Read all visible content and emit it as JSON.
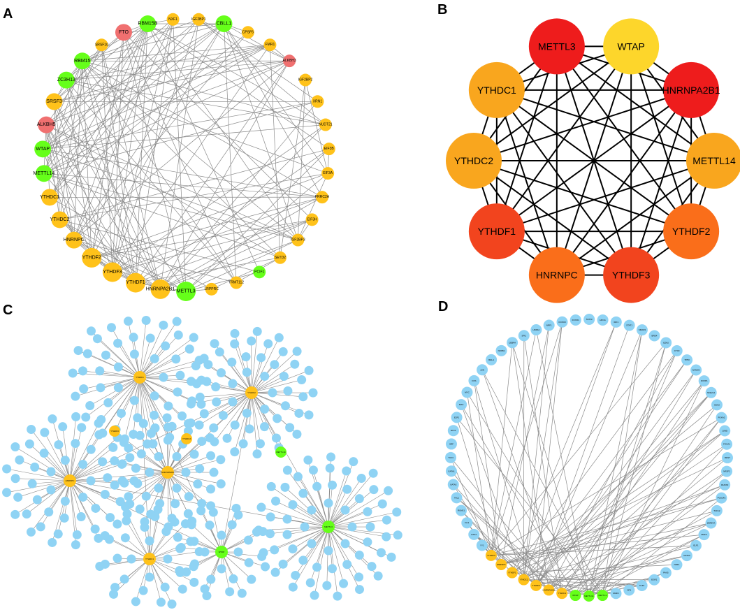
{
  "colors": {
    "yellow_gold": "#ffc21a",
    "green": "#66ff1a",
    "salmon": "#f07070",
    "light_blue": "#8fd3f4",
    "red": "#ee1c1c",
    "red_orange": "#f2441e",
    "orange": "#fa6e1a",
    "orange_light": "#f9a61e",
    "yellow": "#fdd62b"
  },
  "panels": {
    "a": {
      "label": "A",
      "nodes": [
        {
          "name": "FTO",
          "color": "salmon"
        },
        {
          "name": "RBM15B",
          "color": "green"
        },
        {
          "name": "NXF1",
          "color": "yellow_gold"
        },
        {
          "name": "IGF2BP1",
          "color": "yellow_gold"
        },
        {
          "name": "CBLL1",
          "color": "green"
        },
        {
          "name": "CPSF6",
          "color": "yellow_gold"
        },
        {
          "name": "FMR1",
          "color": "yellow_gold"
        },
        {
          "name": "ALKBH3",
          "color": "salmon"
        },
        {
          "name": "IGF2BP2",
          "color": "yellow_gold"
        },
        {
          "name": "XRN1",
          "color": "yellow_gold"
        },
        {
          "name": "NUDT21",
          "color": "yellow_gold"
        },
        {
          "name": "EIF3B",
          "color": "yellow_gold"
        },
        {
          "name": "EIF3A",
          "color": "yellow_gold"
        },
        {
          "name": "PRRC2A",
          "color": "yellow_gold"
        },
        {
          "name": "EIF3H",
          "color": "yellow_gold"
        },
        {
          "name": "IGF2BP3",
          "color": "yellow_gold"
        },
        {
          "name": "SETD2",
          "color": "yellow_gold"
        },
        {
          "name": "PCIF1",
          "color": "green"
        },
        {
          "name": "TRMT112",
          "color": "yellow_gold"
        },
        {
          "name": "LRPPRC",
          "color": "yellow_gold"
        },
        {
          "name": "METTL3",
          "color": "green"
        },
        {
          "name": "HNRNPA2B1",
          "color": "yellow_gold"
        },
        {
          "name": "YTHDF1",
          "color": "yellow_gold"
        },
        {
          "name": "YTHDF3",
          "color": "yellow_gold"
        },
        {
          "name": "YTHDF2",
          "color": "yellow_gold"
        },
        {
          "name": "HNRNPC",
          "color": "yellow_gold"
        },
        {
          "name": "YTHDC2",
          "color": "yellow_gold"
        },
        {
          "name": "YTHDC1",
          "color": "yellow_gold"
        },
        {
          "name": "METTL14",
          "color": "green"
        },
        {
          "name": "WTAP",
          "color": "green"
        },
        {
          "name": "ALKBH5",
          "color": "salmon"
        },
        {
          "name": "SRSF3",
          "color": "yellow_gold"
        },
        {
          "name": "ZC3H13",
          "color": "green"
        },
        {
          "name": "RBM15",
          "color": "green"
        },
        {
          "name": "SRSF10",
          "color": "yellow_gold"
        }
      ]
    },
    "b": {
      "label": "B",
      "nodes": [
        {
          "name": "WTAP",
          "color": "yellow"
        },
        {
          "name": "HNRNPA2B1",
          "color": "red"
        },
        {
          "name": "METTL14",
          "color": "orange_light"
        },
        {
          "name": "YTHDF2",
          "color": "orange"
        },
        {
          "name": "YTHDF3",
          "color": "red_orange"
        },
        {
          "name": "HNRNPC",
          "color": "orange"
        },
        {
          "name": "YTHDF1",
          "color": "red_orange"
        },
        {
          "name": "YTHDC2",
          "color": "orange_light"
        },
        {
          "name": "YTHDC1",
          "color": "orange_light"
        },
        {
          "name": "METTL3",
          "color": "red"
        }
      ]
    },
    "c": {
      "label": "C",
      "hubs": [
        {
          "name": "YTHDF1",
          "color": "yellow_gold",
          "satellites": 60
        },
        {
          "name": "YTHDF2",
          "color": "yellow_gold",
          "satellites": 58
        },
        {
          "name": "HNRNPC",
          "color": "yellow_gold",
          "satellites": 56
        },
        {
          "name": "HNRNPA2B1",
          "color": "yellow_gold",
          "satellites": 50
        },
        {
          "name": "METTL3",
          "color": "green",
          "satellites": 66
        },
        {
          "name": "WTAP",
          "color": "green",
          "satellites": 30
        },
        {
          "name": "YTHDC1",
          "color": "yellow_gold",
          "satellites": 34
        }
      ],
      "isolated": [
        {
          "name": "YTHDF3",
          "color": "yellow_gold"
        },
        {
          "name": "YTHDC2",
          "color": "yellow_gold"
        },
        {
          "name": "METTL14",
          "color": "green"
        }
      ]
    },
    "d": {
      "label": "D",
      "nodes": [
        {
          "name": "STAT3",
          "color": "light_blue"
        },
        {
          "name": "FOXO1",
          "color": "light_blue"
        },
        {
          "name": "FOXO3",
          "color": "light_blue"
        },
        {
          "name": "NRF1",
          "color": "light_blue"
        },
        {
          "name": "HNF4A",
          "color": "light_blue"
        },
        {
          "name": "SPI1",
          "color": "light_blue"
        },
        {
          "name": "CEBPA",
          "color": "light_blue"
        },
        {
          "name": "NFKB1",
          "color": "light_blue"
        },
        {
          "name": "RELA",
          "color": "light_blue"
        },
        {
          "name": "JUN",
          "color": "light_blue"
        },
        {
          "name": "FOS",
          "color": "light_blue"
        },
        {
          "name": "MYC",
          "color": "light_blue"
        },
        {
          "name": "MAX",
          "color": "light_blue"
        },
        {
          "name": "E2F1",
          "color": "light_blue"
        },
        {
          "name": "ELK1",
          "color": "light_blue"
        },
        {
          "name": "SRF",
          "color": "light_blue"
        },
        {
          "name": "TCF3",
          "color": "light_blue"
        },
        {
          "name": "GATA1",
          "color": "light_blue"
        },
        {
          "name": "GATA2",
          "color": "light_blue"
        },
        {
          "name": "TAL1",
          "color": "light_blue"
        },
        {
          "name": "RUNX1",
          "color": "light_blue"
        },
        {
          "name": "FLI1",
          "color": "light_blue"
        },
        {
          "name": "ETS1",
          "color": "light_blue"
        },
        {
          "name": "YY1",
          "color": "light_blue"
        },
        {
          "name": "YTHDF3",
          "color": "yellow_gold"
        },
        {
          "name": "HNRNPC",
          "color": "yellow_gold"
        },
        {
          "name": "YTHDF1",
          "color": "yellow_gold"
        },
        {
          "name": "YTHDC2",
          "color": "yellow_gold"
        },
        {
          "name": "YTHDF2",
          "color": "yellow_gold"
        },
        {
          "name": "HNRNPA2B1",
          "color": "yellow_gold"
        },
        {
          "name": "YTHDC1",
          "color": "yellow_gold"
        },
        {
          "name": "WTAP",
          "color": "green"
        },
        {
          "name": "METTL14",
          "color": "green"
        },
        {
          "name": "METTL3",
          "color": "green"
        },
        {
          "name": "MAFK",
          "color": "light_blue"
        },
        {
          "name": "SP1",
          "color": "light_blue"
        },
        {
          "name": "KLF4",
          "color": "light_blue"
        },
        {
          "name": "EGR1",
          "color": "light_blue"
        },
        {
          "name": "PAX5",
          "color": "light_blue"
        },
        {
          "name": "NRF1",
          "color": "light_blue"
        },
        {
          "name": "GATA3",
          "color": "light_blue"
        },
        {
          "name": "ELF1",
          "color": "light_blue"
        },
        {
          "name": "MAFF",
          "color": "light_blue"
        },
        {
          "name": "ZBTB7A",
          "color": "light_blue"
        },
        {
          "name": "TCF12",
          "color": "light_blue"
        },
        {
          "name": "POU2F2",
          "color": "light_blue"
        },
        {
          "name": "RUNX3",
          "color": "light_blue"
        },
        {
          "name": "NR2F2",
          "color": "light_blue"
        },
        {
          "name": "REST",
          "color": "light_blue"
        },
        {
          "name": "FOXA1",
          "color": "light_blue"
        },
        {
          "name": "JUND",
          "color": "light_blue"
        },
        {
          "name": "FOXA2",
          "color": "light_blue"
        },
        {
          "name": "SOX2",
          "color": "light_blue"
        },
        {
          "name": "NFE2L2",
          "color": "light_blue"
        },
        {
          "name": "FOXP1",
          "color": "light_blue"
        },
        {
          "name": "NANOG",
          "color": "light_blue"
        },
        {
          "name": "TP53",
          "color": "light_blue"
        },
        {
          "name": "CTCF",
          "color": "light_blue"
        },
        {
          "name": "EZH2",
          "color": "light_blue"
        },
        {
          "name": "BRD4",
          "color": "light_blue"
        },
        {
          "name": "SMAD3",
          "color": "light_blue"
        },
        {
          "name": "STAT1",
          "color": "light_blue"
        },
        {
          "name": "IRF1",
          "color": "light_blue"
        },
        {
          "name": "HIF1A",
          "color": "light_blue"
        }
      ]
    }
  }
}
